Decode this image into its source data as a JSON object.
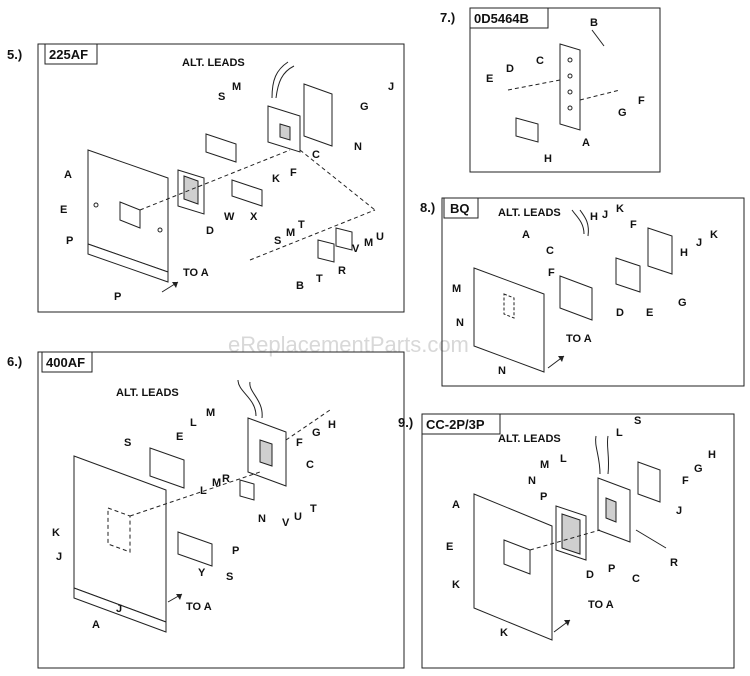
{
  "watermark": "eReplacementParts.com",
  "sections": [
    {
      "number": "5.)",
      "title": "225AF"
    },
    {
      "number": "6.)",
      "title": "400AF"
    },
    {
      "number": "7.)",
      "title": "0D5464B"
    },
    {
      "number": "8.)",
      "title": "BQ"
    },
    {
      "number": "9.)",
      "title": "CC-2P/3P"
    }
  ],
  "common": {
    "alt_leads": "ALT. LEADS",
    "to_a": "TO A"
  },
  "s5": [
    "M",
    "S",
    "G",
    "J",
    "A",
    "K",
    "N",
    "C",
    "E",
    "W",
    "X",
    "D",
    "F",
    "P",
    "S",
    "M",
    "T",
    "V",
    "M",
    "U",
    "P",
    "B",
    "T",
    "R"
  ],
  "s6": [
    "M",
    "L",
    "E",
    "S",
    "G",
    "H",
    "C",
    "F",
    "K",
    "J",
    "A",
    "J",
    "L",
    "M",
    "R",
    "P",
    "S",
    "Y",
    "N",
    "V",
    "U",
    "T"
  ],
  "s7": [
    "B",
    "C",
    "D",
    "E",
    "A",
    "F",
    "G",
    "H"
  ],
  "s8": [
    "H",
    "J",
    "K",
    "F",
    "K",
    "J",
    "H",
    "A",
    "C",
    "F",
    "M",
    "N",
    "N",
    "D",
    "E",
    "G"
  ],
  "s9": [
    "S",
    "L",
    "H",
    "G",
    "F",
    "J",
    "M",
    "N",
    "L",
    "A",
    "P",
    "P",
    "C",
    "R",
    "E",
    "K",
    "D",
    "K"
  ]
}
